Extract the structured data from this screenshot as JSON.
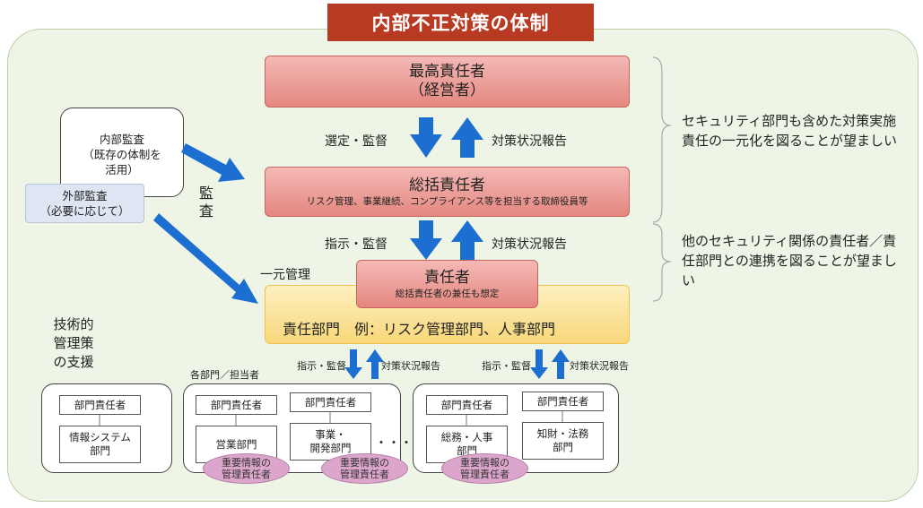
{
  "title": "内部不正対策の体制",
  "top": {
    "line1": "最高責任者",
    "line2": "（経営者）"
  },
  "general": {
    "line1": "総括責任者",
    "line2": "リスク管理、事業継続、コンプライアンス等を担当する取締役員等"
  },
  "responsible": {
    "line1": "責任者",
    "line2": "総括責任者の兼任も想定"
  },
  "dept_line": "責任部門　例：リスク管理部門、人事部門",
  "arrows": {
    "select_supervise": "選定・監督",
    "report": "対策状況報告",
    "instruct": "指示・監督",
    "instruct_small": "指示・監督",
    "report_small": "対策状況報告",
    "unified": "一元管理",
    "audit": "監査"
  },
  "internal_audit": {
    "line1": "内部監査",
    "line2": "（既存の体制を",
    "line3": "活用）"
  },
  "external_audit": {
    "line1": "外部監査",
    "line2": "（必要に応じて）"
  },
  "notes": {
    "note1": "セキュリティ部門も含めた対策実施責任の一元化を図ることが望ましい",
    "note2": "他のセキュリティ関係の責任者／責任部門との連携を図ることが望ましい"
  },
  "tech_support": {
    "line1": "技術的",
    "line2": "管理策",
    "line3": "の支援"
  },
  "each_dept": "各部門／担当者",
  "dept_head": "部門責任者",
  "depts": {
    "info_sys": {
      "line1": "情報システム",
      "line2": "部門"
    },
    "sales": {
      "line1": "営業部門"
    },
    "dev": {
      "line1": "事業・",
      "line2": "開発部門"
    },
    "hr": {
      "line1": "総務・人事",
      "line2": "部門"
    },
    "legal": {
      "line1": "知財・法務",
      "line2": "部門"
    }
  },
  "ellipsis": "・・・",
  "oval": {
    "line1": "重要情報の",
    "line2": "管理責任者"
  },
  "colors": {
    "title_bg": "#b83a22",
    "arrow": "#1c6fd1",
    "panel": "#eef5e6"
  }
}
